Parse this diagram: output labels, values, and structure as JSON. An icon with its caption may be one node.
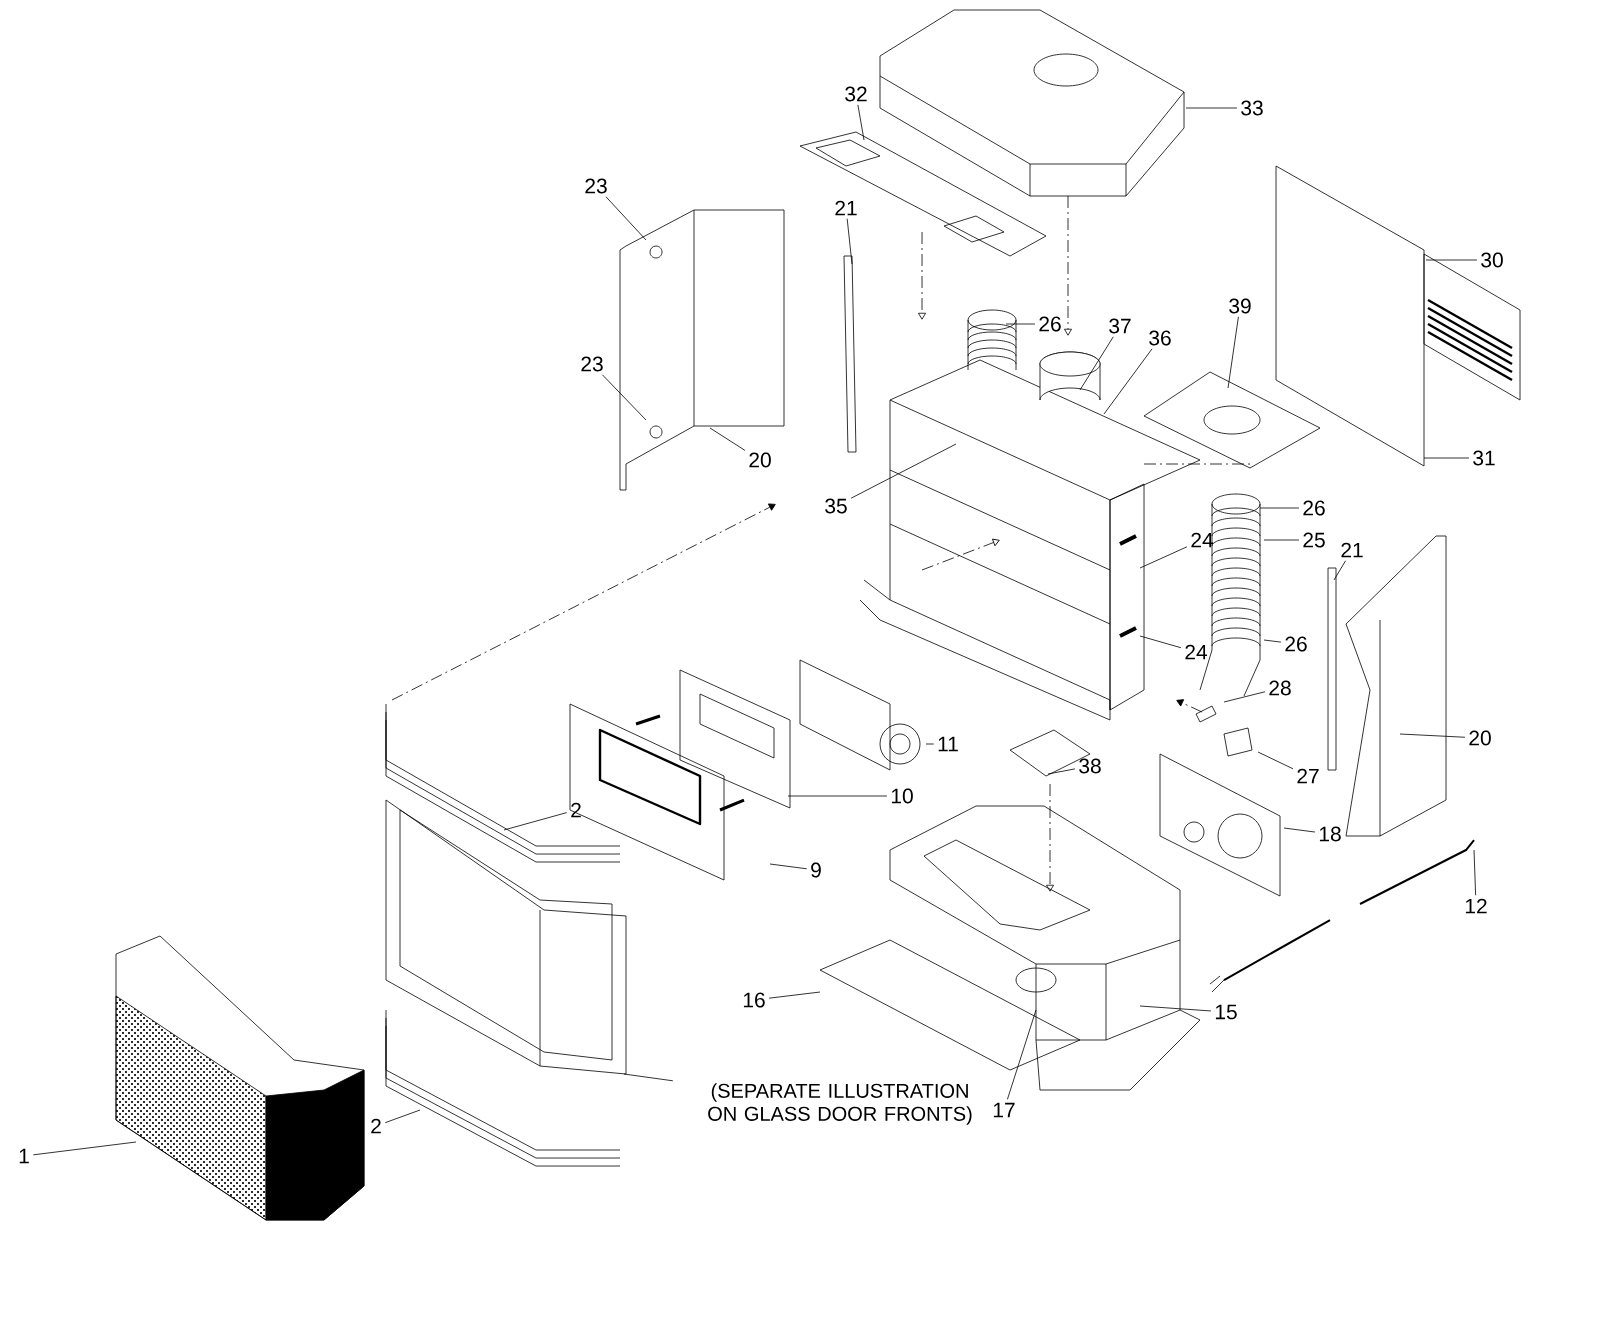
{
  "diagram": {
    "nodes": [
      {
        "text": [
          "23"
        ]
      },
      {
        "text": [
          "23"
        ]
      },
      {
        "text": [
          "20"
        ]
      },
      {
        "text": [
          "21"
        ]
      },
      {
        "text": [
          "32"
        ]
      },
      {
        "text": [
          "33"
        ]
      },
      {
        "text": [
          "26"
        ]
      },
      {
        "text": [
          "37"
        ]
      },
      {
        "text": [
          "36"
        ]
      },
      {
        "text": [
          "39"
        ]
      },
      {
        "text": [
          "30"
        ]
      },
      {
        "text": [
          "31"
        ]
      },
      {
        "text": [
          "35"
        ]
      },
      {
        "text": [
          "26"
        ]
      },
      {
        "text": [
          "25"
        ]
      },
      {
        "text": [
          "21"
        ]
      },
      {
        "text": [
          "24"
        ]
      },
      {
        "text": [
          "24"
        ]
      },
      {
        "text": [
          "26"
        ]
      },
      {
        "text": [
          "28"
        ]
      },
      {
        "text": [
          "27"
        ]
      },
      {
        "text": [
          "20"
        ]
      },
      {
        "text": [
          "11"
        ]
      },
      {
        "text": [
          "38"
        ]
      },
      {
        "text": [
          "10"
        ]
      },
      {
        "text": [
          "18"
        ]
      },
      {
        "text": [
          "9"
        ]
      },
      {
        "text": [
          "12"
        ]
      },
      {
        "text": [
          "2"
        ]
      },
      {
        "text": [
          "16"
        ]
      },
      {
        "text": [
          "15"
        ]
      },
      {
        "text": [
          "17"
        ]
      },
      {
        "text": [
          "2"
        ]
      },
      {
        "text": [
          "1"
        ]
      },
      {
        "text": [
          "(SEPARATE ILLUSTRATION ON GLASS DOOR FRONTS)"
        ]
      }
    ],
    "edges": [
      {
        "from": 0,
        "to": null,
        "arrow": "none"
      },
      {
        "from": 1,
        "to": null,
        "arrow": "none"
      },
      {
        "from": 2,
        "to": null,
        "arrow": "none"
      },
      {
        "from": 3,
        "to": null,
        "arrow": "none"
      },
      {
        "from": 4,
        "to": null,
        "arrow": "none"
      },
      {
        "from": 5,
        "to": null,
        "arrow": "none"
      },
      {
        "from": 6,
        "to": null,
        "arrow": "none"
      },
      {
        "from": 7,
        "to": null,
        "arrow": "none"
      },
      {
        "from": 8,
        "to": null,
        "arrow": "none"
      },
      {
        "from": 9,
        "to": null,
        "arrow": "none"
      },
      {
        "from": 10,
        "to": null,
        "arrow": "none"
      },
      {
        "from": 11,
        "to": null,
        "arrow": "none"
      },
      {
        "from": 12,
        "to": null,
        "arrow": "none"
      },
      {
        "from": 13,
        "to": null,
        "arrow": "none"
      },
      {
        "from": 14,
        "to": null,
        "arrow": "none"
      },
      {
        "from": 15,
        "to": null,
        "arrow": "none"
      },
      {
        "from": 16,
        "to": null,
        "arrow": "none"
      },
      {
        "from": 17,
        "to": null,
        "arrow": "none"
      },
      {
        "from": 18,
        "to": null,
        "arrow": "none"
      },
      {
        "from": 19,
        "to": null,
        "arrow": "none"
      },
      {
        "from": 20,
        "to": null,
        "arrow": "none"
      },
      {
        "from": 21,
        "to": null,
        "arrow": "none"
      },
      {
        "from": 22,
        "to": null,
        "arrow": "none"
      },
      {
        "from": 23,
        "to": null,
        "arrow": "none"
      },
      {
        "from": 24,
        "to": null,
        "arrow": "none"
      },
      {
        "from": 25,
        "to": null,
        "arrow": "none"
      },
      {
        "from": 26,
        "to": null,
        "arrow": "none"
      },
      {
        "from": 27,
        "to": null,
        "arrow": "none"
      },
      {
        "from": 28,
        "to": null,
        "arrow": "none"
      },
      {
        "from": 29,
        "to": null,
        "arrow": "none"
      },
      {
        "from": 30,
        "to": null,
        "arrow": "none"
      },
      {
        "from": 31,
        "to": null,
        "arrow": "none"
      },
      {
        "from": 32,
        "to": null,
        "arrow": "none"
      },
      {
        "from": 33,
        "to": null,
        "arrow": "none"
      },
      {
        "from": 34,
        "to": null,
        "arrow": "none"
      }
    ]
  }
}
